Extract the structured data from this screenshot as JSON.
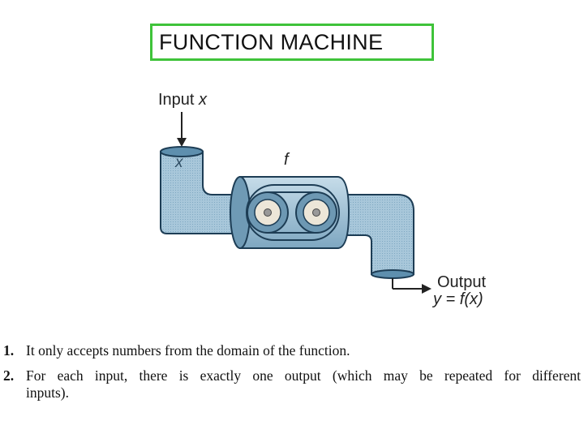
{
  "title": "FUNCTION MACHINE",
  "diagram": {
    "input_label": "Input",
    "input_var": "x",
    "inside_var": "x",
    "function_label": "f",
    "output_label": "Output",
    "output_expr": "y = f(x)"
  },
  "notes": [
    {
      "number": "1.",
      "text": "It only accepts numbers from the domain of the function."
    },
    {
      "number": "2.",
      "text": "For each input, there is exactly one output (which may be repeated for different inputs)."
    }
  ],
  "colors": {
    "title_border": "#3fc33a",
    "pipe_fill": "#a9c9db",
    "pipe_dark": "#5e8fae",
    "outline": "#1d3d55"
  }
}
